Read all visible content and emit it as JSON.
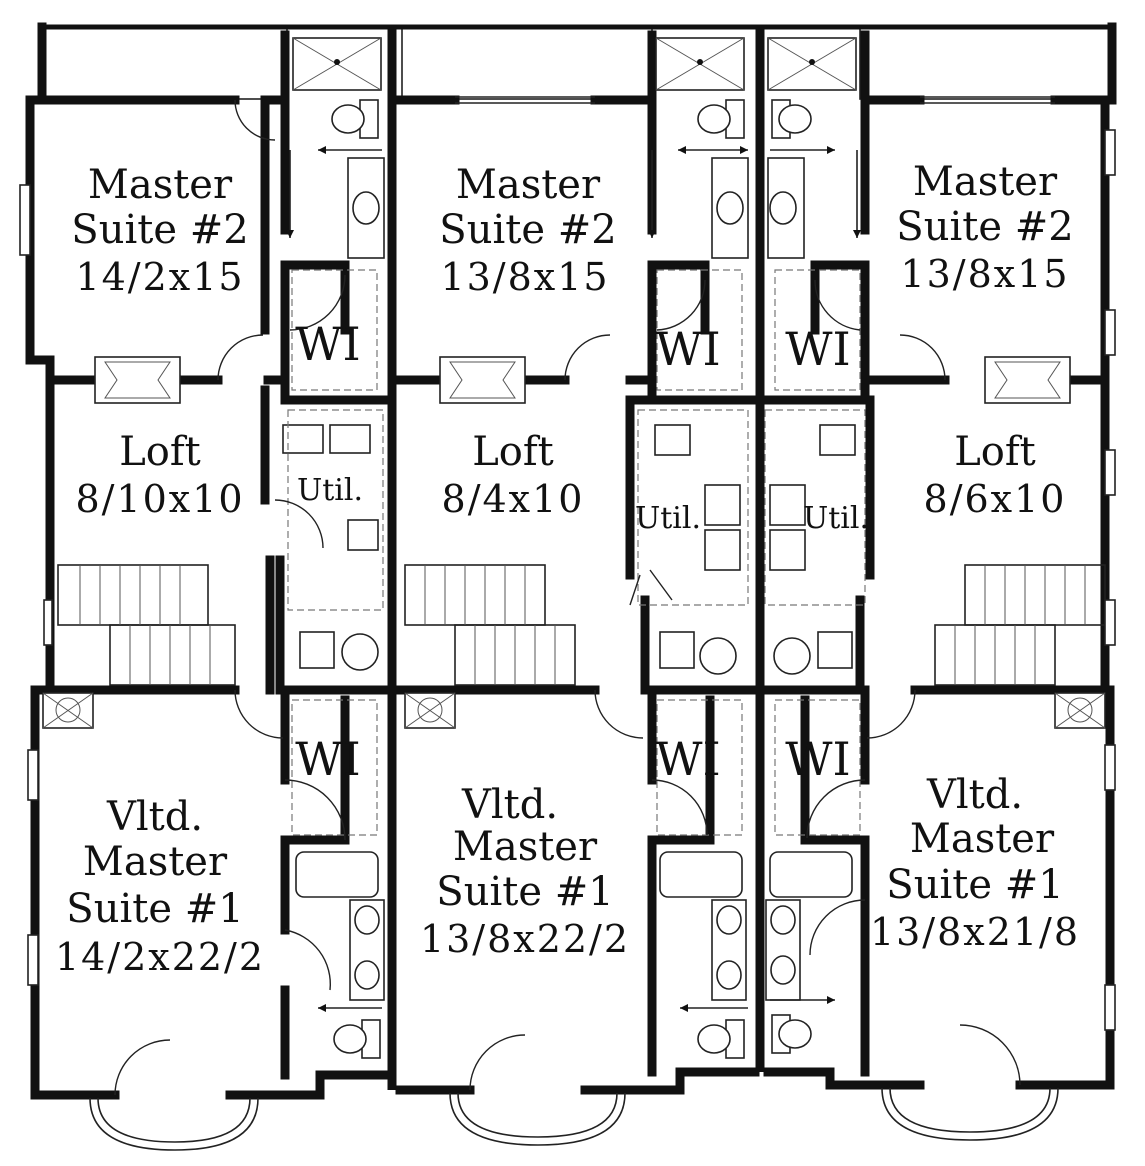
{
  "units": [
    {
      "master2": {
        "name_line1": "Master",
        "name_line2": "Suite #2",
        "dims": "14/2x15"
      },
      "loft": {
        "name": "Loft",
        "dims": "8/10x10"
      },
      "util": "Util.",
      "wi_upper": "WI",
      "wi_lower": "WI",
      "master1": {
        "line1": "Vltd.",
        "line2": "Master",
        "line3": "Suite #1",
        "dims": "14/2x22/2"
      }
    },
    {
      "master2": {
        "name_line1": "Master",
        "name_line2": "Suite #2",
        "dims": "13/8x15"
      },
      "loft": {
        "name": "Loft",
        "dims": "8/4x10"
      },
      "util": "Util.",
      "wi_upper": "WI",
      "wi_lower": "WI",
      "master1": {
        "line1": "Vltd.",
        "line2": "Master",
        "line3": "Suite #1",
        "dims": "13/8x22/2"
      }
    },
    {
      "master2": {
        "name_line1": "Master",
        "name_line2": "Suite #2",
        "dims": "13/8x15"
      },
      "loft": {
        "name": "Loft",
        "dims": "8/6x10"
      },
      "util": "Util.",
      "wi_upper": "WI",
      "wi_lower": "WI",
      "master1": {
        "line1": "Vltd.",
        "line2": "Master",
        "line3": "Suite #1",
        "dims": "13/8x21/8"
      }
    }
  ]
}
